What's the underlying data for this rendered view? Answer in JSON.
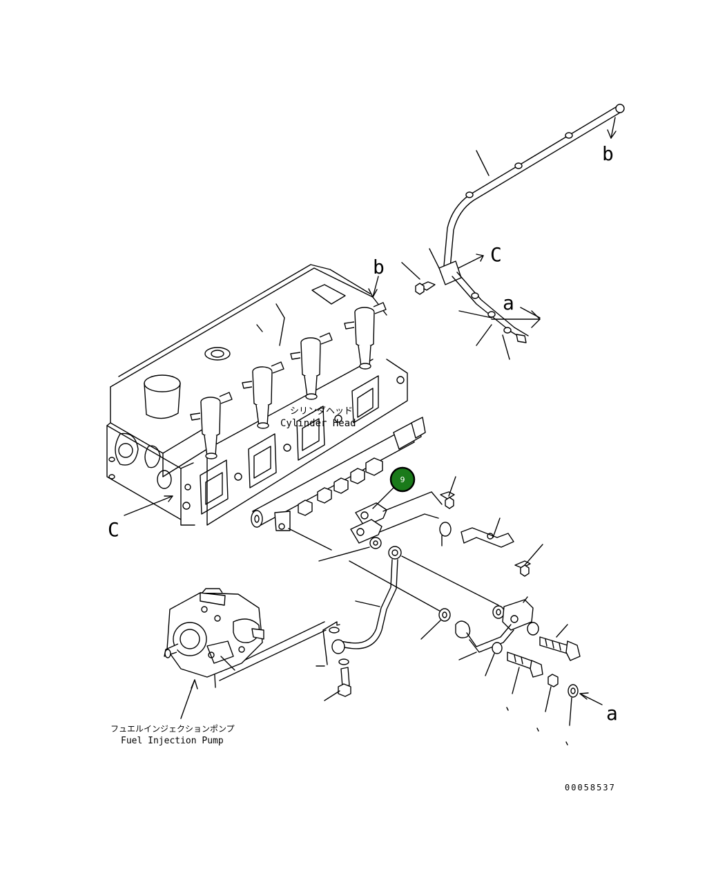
{
  "labels": {
    "cylinder_head_jp": "シリンダヘッド",
    "cylinder_head_en": "Cylinder Head",
    "pump_jp": "フュエルインジェクションポンプ",
    "pump_en": "Fuel Injection Pump",
    "ref_a_top": "a",
    "ref_a_bottom": "a",
    "ref_b_top": "b",
    "ref_b_mid": "b",
    "ref_c_top": "C",
    "ref_c_left": "C",
    "drawing_number": "00058537"
  },
  "callout": {
    "number": "9",
    "color": "#1a7a1a"
  }
}
